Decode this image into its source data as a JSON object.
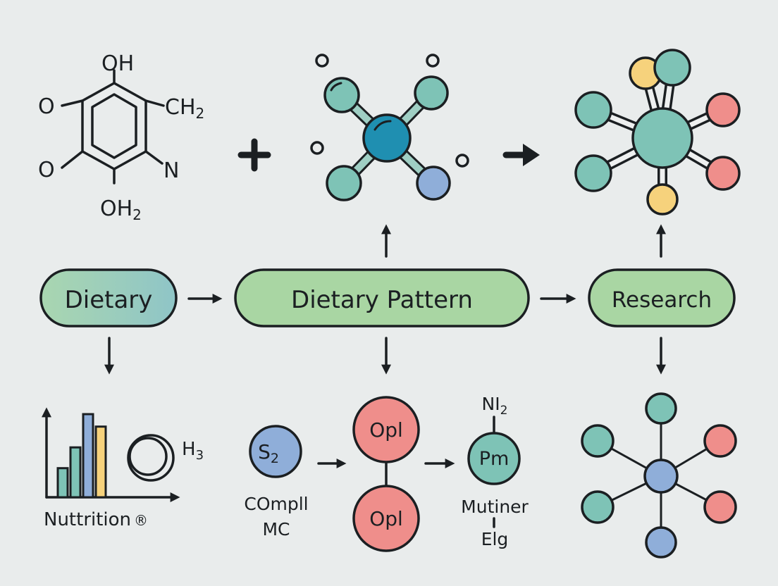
{
  "colors": {
    "background": "#e9ecec",
    "teal": "#7ec3b6",
    "blue": "#1f8fb1",
    "lavender": "#8faed9",
    "coral": "#ef8e8b",
    "yellow": "#f6d27c",
    "green_pill": "#a9d6a3",
    "teal_pill": "#96c8c0",
    "ink": "#1b1f22"
  },
  "molecule": {
    "oh": "OH",
    "ch2": "CH",
    "ch2_sub": "2",
    "n": "N",
    "oh2": "OH",
    "oh2_sub": "2",
    "o_top": "O",
    "o_bottom": "O"
  },
  "operators": {
    "plus": "+",
    "arrow": "arrow-right-icon"
  },
  "pills": {
    "dietary": "Dietary",
    "pattern": "Dietary Pattern",
    "research": "Research"
  },
  "chart_icon": {
    "label": "Nuttrition",
    "label_mark": "®",
    "h3": "H",
    "h3_sub": "3",
    "bars": [
      0.35,
      0.6,
      1.0,
      0.85
    ]
  },
  "pathway": {
    "s2": "S",
    "s2_sub": "2",
    "compll_line1": "COmpll",
    "compll_line2": "MC",
    "opl_top": "Opl",
    "opl_bottom": "Opl",
    "ni2": "NI",
    "ni2_sub": "2",
    "pm": "Pm",
    "mutiner_line1": "Mutiner",
    "mutiner_line2": "Elg"
  }
}
